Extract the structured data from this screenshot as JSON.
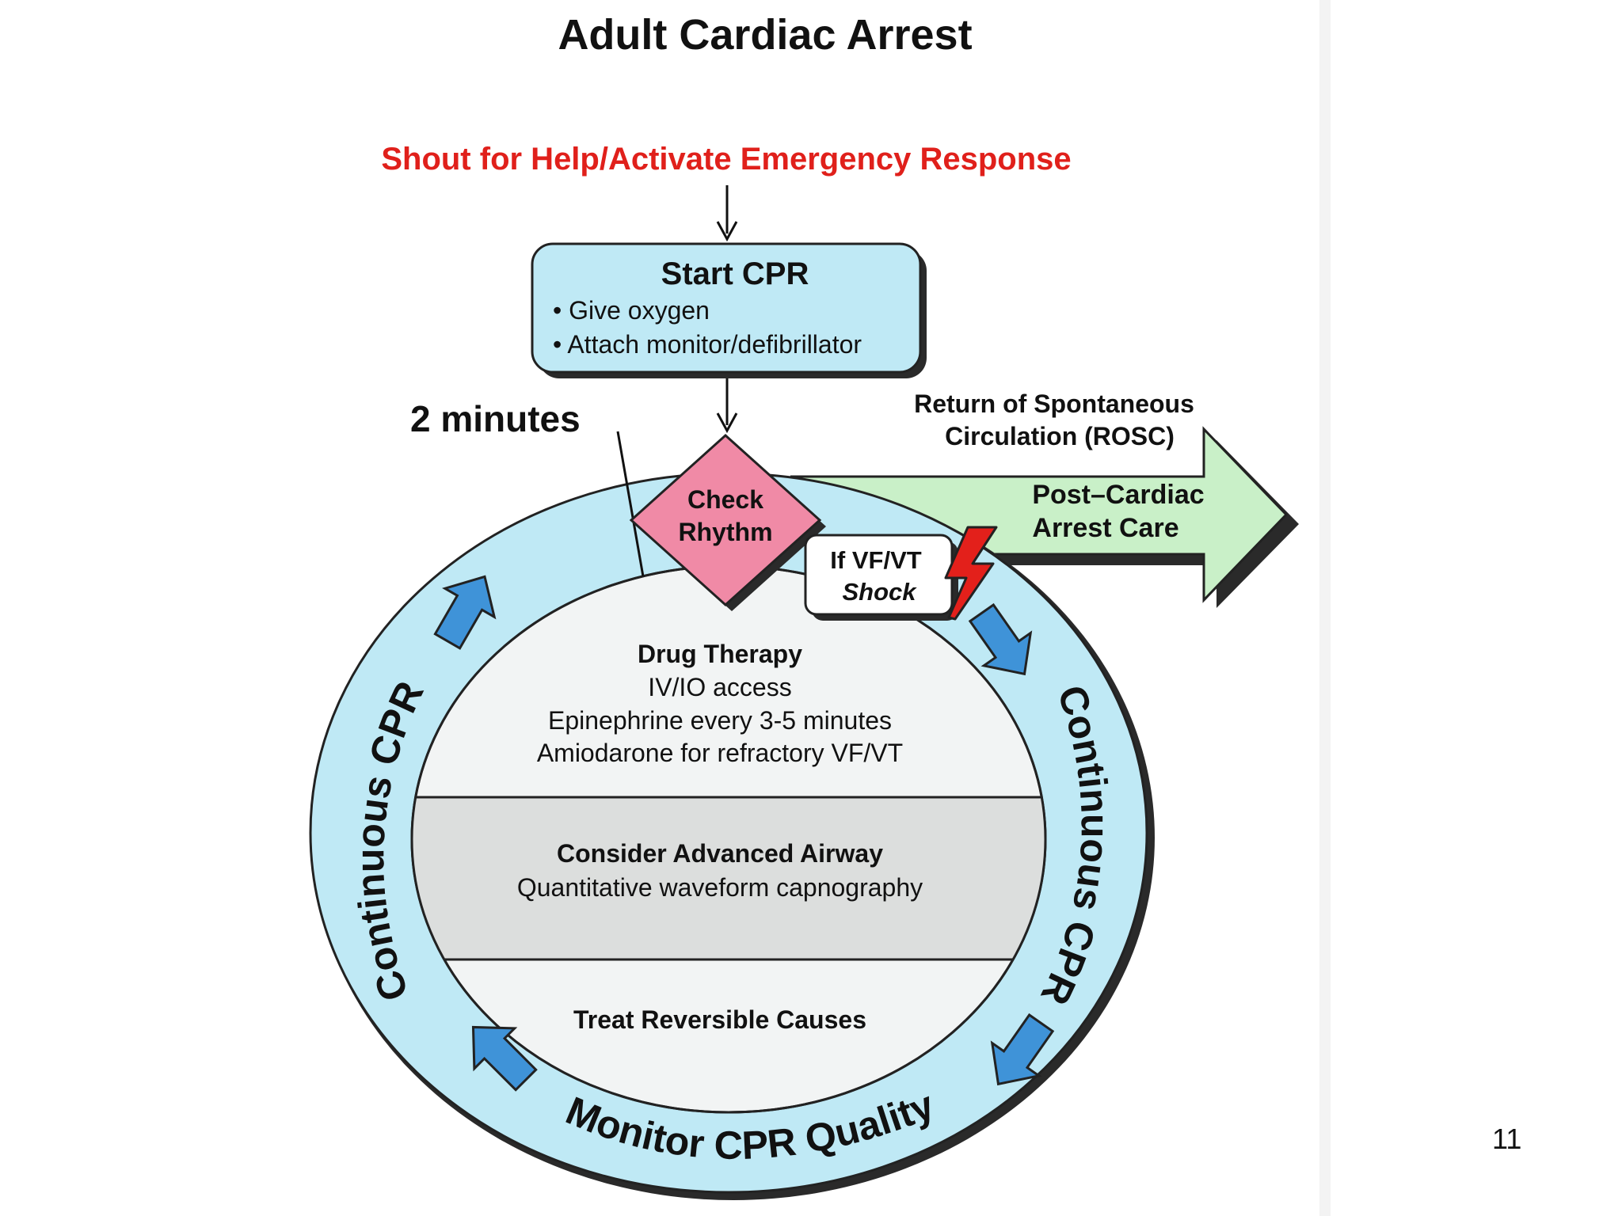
{
  "title": "Adult Cardiac Arrest",
  "shout": "Shout for Help/Activate Emergency Response",
  "start_cpr": {
    "heading": "Start CPR",
    "bullets": [
      "• Give oxygen",
      "• Attach monitor/defibrillator"
    ]
  },
  "two_minutes": "2 minutes",
  "check_rhythm": [
    "Check",
    "Rhythm"
  ],
  "rosc": [
    "Return of Spontaneous",
    "Circulation (ROSC)"
  ],
  "post_arrest": [
    "Post–Cardiac",
    "Arrest Care"
  ],
  "shock": [
    "If VF/VT",
    "Shock"
  ],
  "drug_therapy": {
    "heading": "Drug Therapy",
    "lines": [
      "IV/IO access",
      "Epinephrine every 3-5 minutes",
      "Amiodarone for refractory VF/VT"
    ]
  },
  "airway": {
    "heading": "Consider Advanced Airway",
    "line": "Quantitative waveform capnography"
  },
  "reversible": "Treat Reversible Causes",
  "ring_labels": {
    "left": "Continuous CPR",
    "right": "Continuous CPR",
    "bottom": "Monitor CPR Quality"
  },
  "page_number": "11",
  "colors": {
    "title": "#111111",
    "shout": "#e0201b",
    "ring": "#bfe9f5",
    "box": "#bfe9f5",
    "diamond": "#f08aa6",
    "post_arrow": "#c9f0c8",
    "blue_arrows": "#3f93d8",
    "shock_bolt": "#e3201b",
    "inner_light": "#f2f4f4",
    "inner_mid": "#dcdedd"
  },
  "icons": [
    "arrow-down-icon",
    "lightning-bolt-icon",
    "cycle-arrow-icon"
  ]
}
